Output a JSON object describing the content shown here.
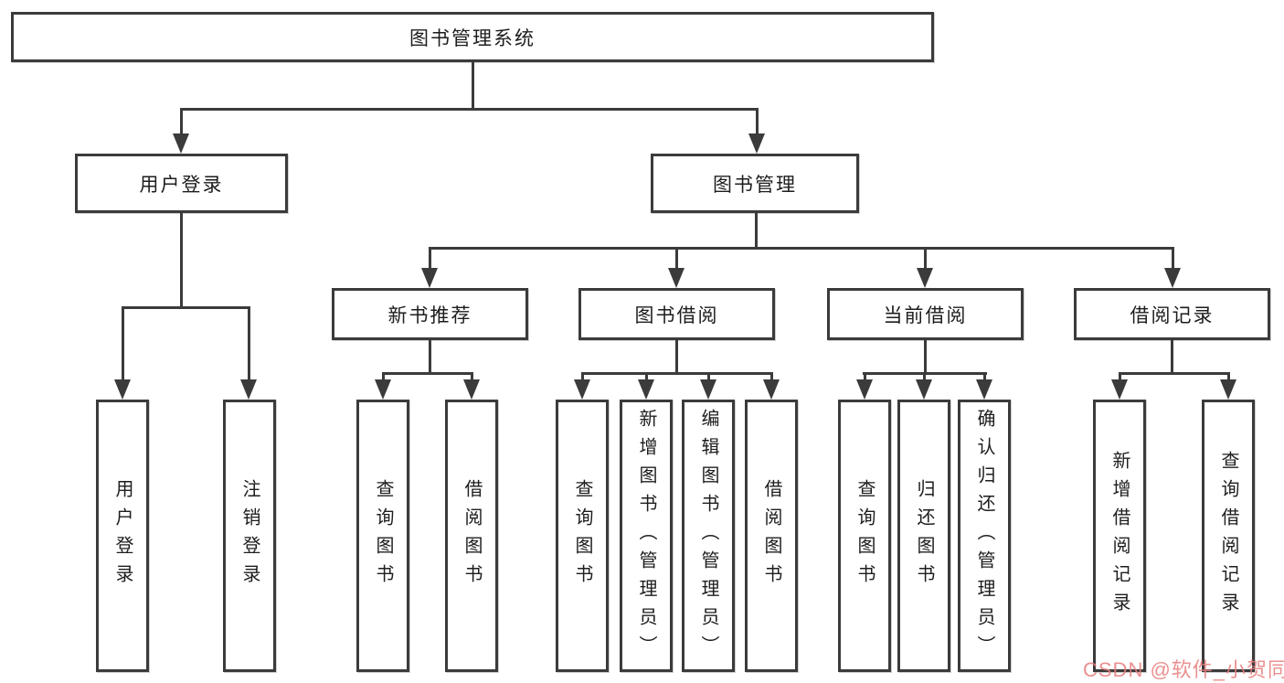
{
  "diagram": {
    "title": "图书管理系统",
    "line_color": "#3b3b3b",
    "box_border_color": "#3b3b3b",
    "nodes": {
      "l2": [
        {
          "label": "用户登录"
        },
        {
          "label": "图书管理"
        }
      ],
      "user_children": [
        {
          "label": "用户登录"
        },
        {
          "label": "注销登录"
        }
      ],
      "l3": [
        {
          "label": "新书推荐",
          "children": [
            {
              "label": "查询图书"
            },
            {
              "label": "借阅图书"
            }
          ]
        },
        {
          "label": "图书借阅",
          "children": [
            {
              "label": "查询图书"
            },
            {
              "label": "新增图书（管理员）"
            },
            {
              "label": "编辑图书（管理员）"
            },
            {
              "label": "借阅图书"
            }
          ]
        },
        {
          "label": "当前借阅",
          "children": [
            {
              "label": "查询图书"
            },
            {
              "label": "归还图书"
            },
            {
              "label": "确认归还（管理员）"
            }
          ]
        },
        {
          "label": "借阅记录",
          "children": [
            {
              "label": "新增借阅记录"
            },
            {
              "label": "查询借阅记录"
            }
          ]
        }
      ]
    }
  },
  "watermark": {
    "text": "CSDN @软件_小贺同学",
    "color": "#e67d7d"
  }
}
